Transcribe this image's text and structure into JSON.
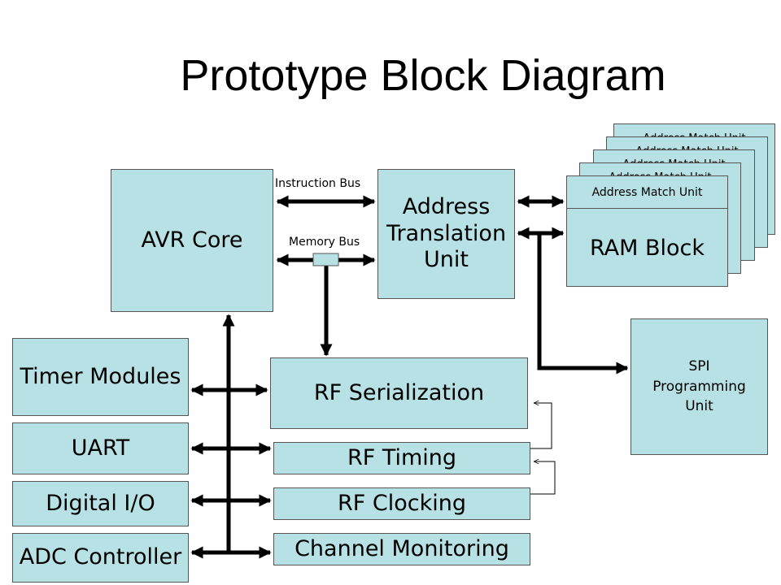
{
  "title": "Prototype Block Diagram",
  "blocks": {
    "avr_core": "AVR Core",
    "address_translation": [
      "Address",
      "Translation",
      "Unit"
    ],
    "address_match_unit": "Address Match Unit",
    "ram_block": "RAM Block",
    "spi": [
      "SPI",
      "Programming",
      "Unit"
    ],
    "timer_modules": "Timer Modules",
    "uart": "UART",
    "digital_io": "Digital I/O",
    "adc_controller": "ADC Controller",
    "rf_serialization": "RF Serialization",
    "rf_timing": "RF Timing",
    "rf_clocking": "RF Clocking",
    "channel_monitoring": "Channel Monitoring"
  },
  "buses": {
    "instruction_bus": "Instruction Bus",
    "memory_bus": "Memory Bus"
  },
  "colors": {
    "block_fill": "#b7e1e4",
    "block_border": "#555555",
    "arrow": "#000000"
  }
}
